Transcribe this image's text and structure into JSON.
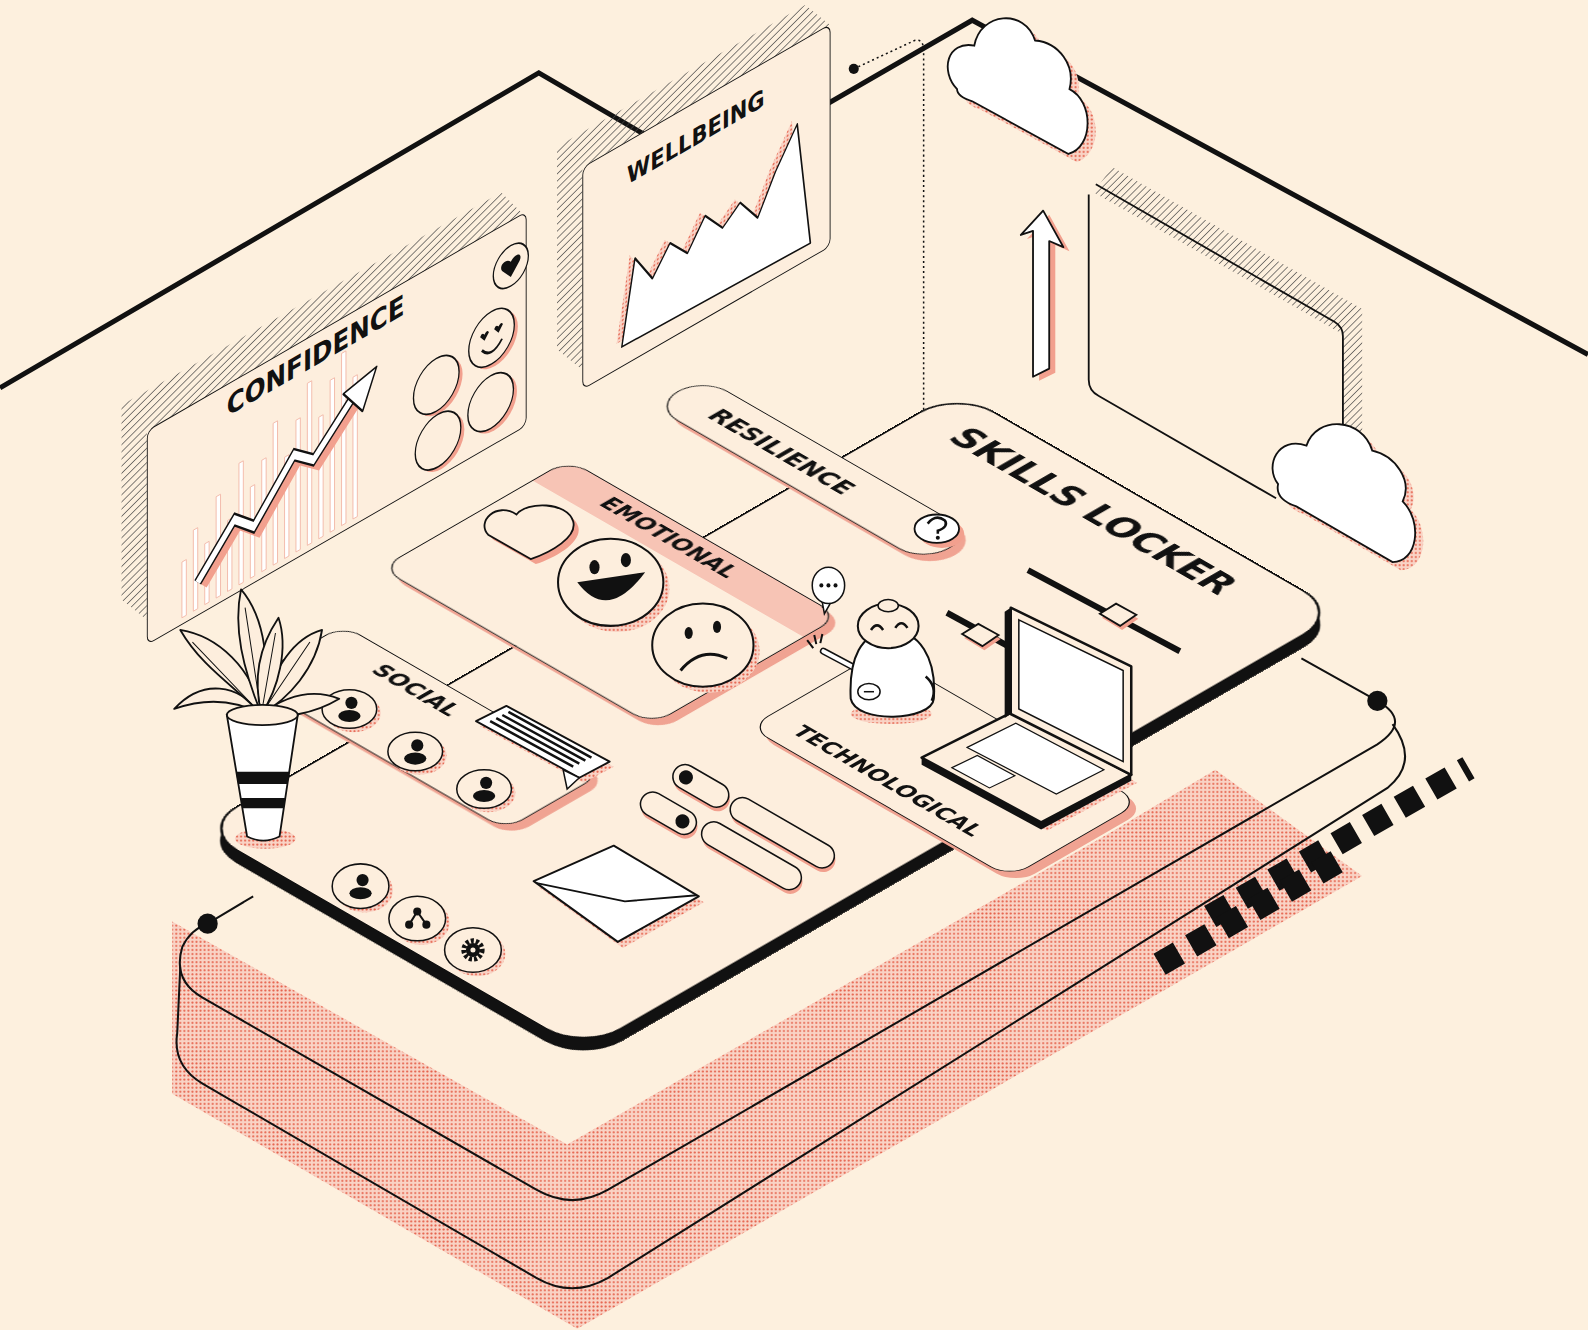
{
  "diagram": {
    "nodes": [
      {
        "text": [
          "CONFIDENCE"
        ]
      },
      {
        "text": [
          "WELLBEING"
        ]
      },
      {
        "text": [
          "SKILLS LOCKER"
        ]
      },
      {
        "text": [
          "RESILIENCE"
        ],
        "in": 2
      },
      {
        "text": [
          "EMOTIONAL"
        ],
        "in": 2
      },
      {
        "text": [
          "SOCIAL"
        ],
        "in": 2
      },
      {
        "text": [
          "TECHNOLOGICAL"
        ],
        "in": 2
      }
    ]
  }
}
